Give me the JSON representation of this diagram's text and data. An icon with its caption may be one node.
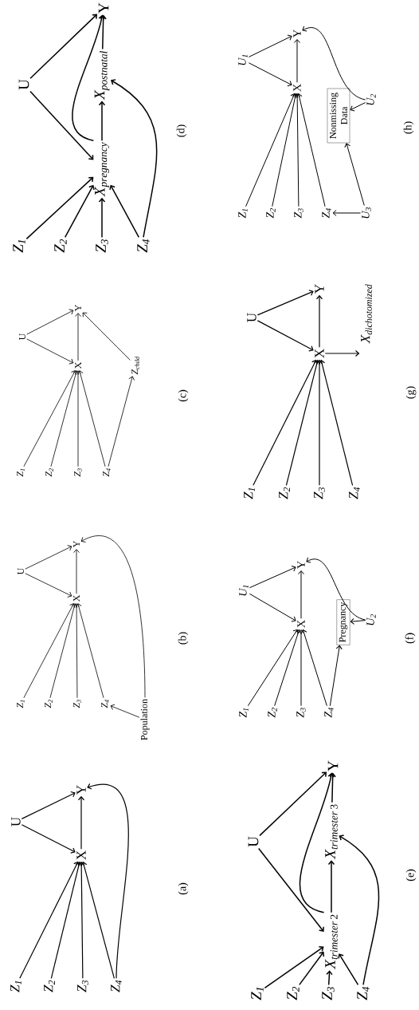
{
  "diagram": {
    "nodes": [
      {
        "text": [
          "Z$_{1}$"
        ]
      },
      {
        "text": [
          "Z$_{2}$"
        ]
      },
      {
        "text": [
          "Z$_{3}$"
        ]
      },
      {
        "text": [
          "Z$_{4}$"
        ]
      },
      {
        "text": [
          "U"
        ]
      },
      {
        "text": [
          "X"
        ]
      },
      {
        "text": [
          "Y"
        ]
      },
      {
        "text": [
          "Z$_{1}$"
        ]
      },
      {
        "text": [
          "Z$_{2}$"
        ]
      },
      {
        "text": [
          "Z$_{3}$"
        ]
      },
      {
        "text": [
          "Z$_{4}$"
        ]
      },
      {
        "text": [
          "U"
        ]
      },
      {
        "text": [
          "X"
        ]
      },
      {
        "text": [
          "Y"
        ]
      },
      {
        "text": [
          "Population"
        ]
      },
      {
        "text": [
          "Z$_{1}$"
        ]
      },
      {
        "text": [
          "Z$_{2}$"
        ]
      },
      {
        "text": [
          "Z$_{3}$"
        ]
      },
      {
        "text": [
          "Z$_{4}$"
        ]
      },
      {
        "text": [
          "U"
        ]
      },
      {
        "text": [
          "X"
        ]
      },
      {
        "text": [
          "Y"
        ]
      },
      {
        "text": [
          "Z_{child}"
        ]
      },
      {
        "text": [
          "Z$_{1}$"
        ]
      },
      {
        "text": [
          "Z$_{2}$"
        ]
      },
      {
        "text": [
          "Z$_{3}$"
        ]
      },
      {
        "text": [
          "Z$_{4}$"
        ]
      },
      {
        "text": [
          "U"
        ]
      },
      {
        "text": [
          "X_{pregnancy}"
        ]
      },
      {
        "text": [
          "X_{postnatal}"
        ]
      },
      {
        "text": [
          "Y"
        ]
      },
      {
        "text": [
          "Z$_{1}$"
        ]
      },
      {
        "text": [
          "Z$_{2}$"
        ]
      },
      {
        "text": [
          "Z$_{3}$"
        ]
      },
      {
        "text": [
          "Z$_{4}$"
        ]
      },
      {
        "text": [
          "U"
        ]
      },
      {
        "text": [
          "X_{trimester\\,2}"
        ]
      },
      {
        "text": [
          "X_{trimester\\,3}"
        ]
      },
      {
        "text": [
          "Y"
        ]
      },
      {
        "text": [
          "Z$_{1}$"
        ]
      },
      {
        "text": [
          "Z$_{2}$"
        ]
      },
      {
        "text": [
          "Z$_{3}$"
        ]
      },
      {
        "text": [
          "Z$_{4}$"
        ]
      },
      {
        "text": [
          "U$_{1}$"
        ]
      },
      {
        "text": [
          "X"
        ]
      },
      {
        "text": [
          "Y"
        ]
      },
      {
        "text": [
          "Pregnancy"
        ]
      },
      {
        "text": [
          "U$_{2}$"
        ]
      },
      {
        "text": [
          "Z$_{1}$"
        ]
      },
      {
        "text": [
          "Z$_{2}$"
        ]
      },
      {
        "text": [
          "Z$_{3}$"
        ]
      },
      {
        "text": [
          "Z$_{4}$"
        ]
      },
      {
        "text": [
          "U"
        ]
      },
      {
        "text": [
          "X"
        ]
      },
      {
        "text": [
          "Y"
        ]
      },
      {
        "text": [
          "X_{dichotomized}"
        ]
      },
      {
        "text": [
          "Z$_{1}$"
        ]
      },
      {
        "text": [
          "Z$_{2}$"
        ]
      },
      {
        "text": [
          "Z$_{3}$"
        ]
      },
      {
        "text": [
          "Z$_{4}$"
        ]
      },
      {
        "text": [
          "U$_{1}$"
        ]
      },
      {
        "text": [
          "X"
        ]
      },
      {
        "text": [
          "Y"
        ]
      },
      {
        "text": [
          "Nonmissing Data"
        ]
      },
      {
        "text": [
          "U$_{2}$"
        ]
      },
      {
        "text": [
          "U$_{3}$"
        ]
      }
    ],
    "edges": [
      {
        "from": 0,
        "to": 5,
        "arrow": "to"
      },
      {
        "from": 1,
        "to": 5,
        "arrow": "to"
      },
      {
        "from": 2,
        "to": 5,
        "arrow": "to"
      },
      {
        "from": 3,
        "to": 5,
        "arrow": "to"
      },
      {
        "from": 4,
        "to": 5,
        "arrow": "to"
      },
      {
        "from": 4,
        "to": 6,
        "arrow": "to"
      },
      {
        "from": 5,
        "to": 6,
        "arrow": "to"
      },
      {
        "from": 3,
        "to": 6,
        "arrow": "to"
      },
      {
        "from": 7,
        "to": 12,
        "arrow": "to"
      },
      {
        "from": 8,
        "to": 12,
        "arrow": "to"
      },
      {
        "from": 9,
        "to": 12,
        "arrow": "to"
      },
      {
        "from": 10,
        "to": 12,
        "arrow": "to"
      },
      {
        "from": 11,
        "to": 12,
        "arrow": "to"
      },
      {
        "from": 11,
        "to": 13,
        "arrow": "to"
      },
      {
        "from": 12,
        "to": 13,
        "arrow": "to"
      },
      {
        "from": 14,
        "to": 10,
        "arrow": "to"
      },
      {
        "from": 14,
        "to": 13,
        "arrow": "to"
      },
      {
        "from": 15,
        "to": 20,
        "arrow": "to"
      },
      {
        "from": 16,
        "to": 20,
        "arrow": "to"
      },
      {
        "from": 17,
        "to": 20,
        "arrow": "to"
      },
      {
        "from": 18,
        "to": 20,
        "arrow": "to"
      },
      {
        "from": 19,
        "to": 20,
        "arrow": "to"
      },
      {
        "from": 19,
        "to": 21,
        "arrow": "to"
      },
      {
        "from": 20,
        "to": 21,
        "arrow": "to"
      },
      {
        "from": 18,
        "to": 22,
        "arrow": "to"
      },
      {
        "from": 22,
        "to": 21,
        "arrow": "to"
      },
      {
        "from": 23,
        "to": 28,
        "arrow": "to"
      },
      {
        "from": 24,
        "to": 28,
        "arrow": "to"
      },
      {
        "from": 25,
        "to": 28,
        "arrow": "to"
      },
      {
        "from": 26,
        "to": 28,
        "arrow": "to"
      },
      {
        "from": 27,
        "to": 28,
        "arrow": "to"
      },
      {
        "from": 27,
        "to": 30,
        "arrow": "to"
      },
      {
        "from": 28,
        "to": 29,
        "arrow": "to"
      },
      {
        "from": 29,
        "to": 30,
        "arrow": "to"
      },
      {
        "from": 28,
        "to": 30,
        "arrow": "to"
      },
      {
        "from": 26,
        "to": 29,
        "arrow": "to"
      },
      {
        "from": 31,
        "to": 36,
        "arrow": "to"
      },
      {
        "from": 32,
        "to": 36,
        "arrow": "to"
      },
      {
        "from": 33,
        "to": 36,
        "arrow": "to"
      },
      {
        "from": 34,
        "to": 36,
        "arrow": "to"
      },
      {
        "from": 35,
        "to": 36,
        "arrow": "to"
      },
      {
        "from": 35,
        "to": 38,
        "arrow": "to"
      },
      {
        "from": 36,
        "to": 37,
        "arrow": "to"
      },
      {
        "from": 37,
        "to": 38,
        "arrow": "to"
      },
      {
        "from": 36,
        "to": 38,
        "arrow": "to"
      },
      {
        "from": 34,
        "to": 37,
        "arrow": "to"
      },
      {
        "from": 39,
        "to": 44,
        "arrow": "to"
      },
      {
        "from": 40,
        "to": 44,
        "arrow": "to"
      },
      {
        "from": 41,
        "to": 44,
        "arrow": "to"
      },
      {
        "from": 42,
        "to": 44,
        "arrow": "to"
      },
      {
        "from": 43,
        "to": 44,
        "arrow": "to"
      },
      {
        "from": 43,
        "to": 45,
        "arrow": "to"
      },
      {
        "from": 44,
        "to": 45,
        "arrow": "to"
      },
      {
        "from": 42,
        "to": 46,
        "arrow": "to"
      },
      {
        "from": 47,
        "to": 46,
        "arrow": "to"
      },
      {
        "from": 47,
        "to": 45,
        "arrow": "to"
      },
      {
        "from": 48,
        "to": 53,
        "arrow": "to"
      },
      {
        "from": 49,
        "to": 53,
        "arrow": "to"
      },
      {
        "from": 50,
        "to": 53,
        "arrow": "to"
      },
      {
        "from": 51,
        "to": 53,
        "arrow": "to"
      },
      {
        "from": 52,
        "to": 53,
        "arrow": "to"
      },
      {
        "from": 52,
        "to": 54,
        "arrow": "to"
      },
      {
        "from": 53,
        "to": 54,
        "arrow": "to"
      },
      {
        "from": 53,
        "to": 55,
        "arrow": "to"
      },
      {
        "from": 56,
        "to": 61,
        "arrow": "to"
      },
      {
        "from": 57,
        "to": 61,
        "arrow": "to"
      },
      {
        "from": 58,
        "to": 61,
        "arrow": "to"
      },
      {
        "from": 59,
        "to": 61,
        "arrow": "to"
      },
      {
        "from": 60,
        "to": 61,
        "arrow": "to"
      },
      {
        "from": 60,
        "to": 62,
        "arrow": "to"
      },
      {
        "from": 61,
        "to": 62,
        "arrow": "to"
      },
      {
        "from": 65,
        "to": 59,
        "arrow": "to"
      },
      {
        "from": 65,
        "to": 63,
        "arrow": "to"
      },
      {
        "from": 64,
        "to": 63,
        "arrow": "to"
      },
      {
        "from": 64,
        "to": 62,
        "arrow": "to"
      }
    ],
    "labels": [
      "(a)",
      "(b)",
      "(c)",
      "(d)",
      "(e)",
      "(f)",
      "(g)",
      "(h)"
    ]
  }
}
